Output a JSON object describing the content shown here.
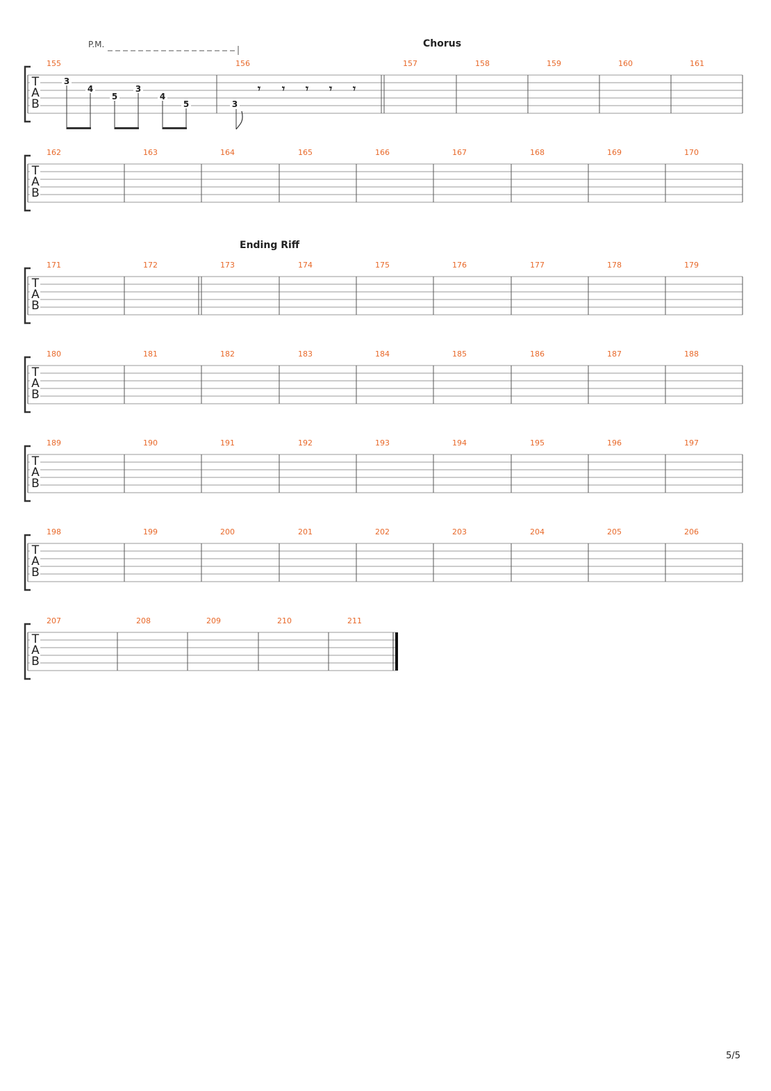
{
  "page": {
    "page_number": "5/5"
  },
  "sections": {
    "chorus": "Chorus",
    "ending_riff": "Ending Riff"
  },
  "palm_mute": {
    "label": "P.M."
  },
  "tab_letters": [
    "T",
    "A",
    "B"
  ],
  "systems": [
    {
      "measures": [
        "155",
        "156",
        "157",
        "158",
        "159",
        "160",
        "161"
      ]
    },
    {
      "measures": [
        "162",
        "163",
        "164",
        "165",
        "166",
        "167",
        "168",
        "169",
        "170"
      ]
    },
    {
      "measures": [
        "171",
        "172",
        "173",
        "174",
        "175",
        "176",
        "177",
        "178",
        "179"
      ]
    },
    {
      "measures": [
        "180",
        "181",
        "182",
        "183",
        "184",
        "185",
        "186",
        "187",
        "188"
      ]
    },
    {
      "measures": [
        "189",
        "190",
        "191",
        "192",
        "193",
        "194",
        "195",
        "196",
        "197"
      ]
    },
    {
      "measures": [
        "198",
        "199",
        "200",
        "201",
        "202",
        "203",
        "204",
        "205",
        "206"
      ]
    },
    {
      "measures": [
        "207",
        "208",
        "209",
        "210",
        "211"
      ]
    }
  ],
  "notes_m155": [
    {
      "fret": "3",
      "string": 2
    },
    {
      "fret": "4",
      "string": 3
    },
    {
      "fret": "5",
      "string": 4
    },
    {
      "fret": "3",
      "string": 3
    },
    {
      "fret": "4",
      "string": 4
    },
    {
      "fret": "5",
      "string": 5
    }
  ],
  "notes_m156": [
    {
      "fret": "3",
      "string": 5
    }
  ],
  "rest_symbol": "𝄾"
}
